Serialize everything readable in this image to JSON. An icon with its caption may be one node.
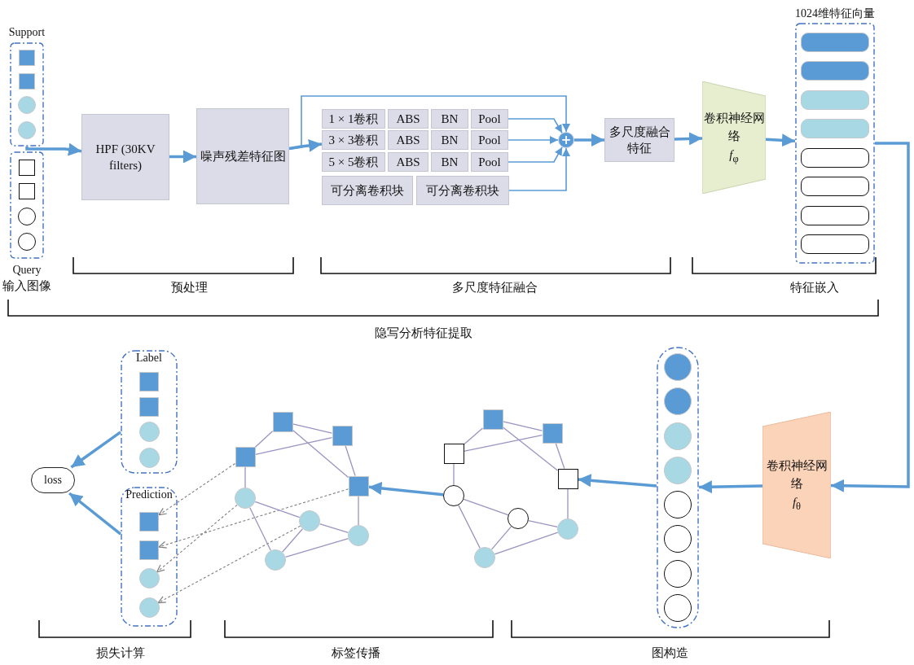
{
  "diagram": {
    "nodes": [
      {
        "text": [
          "Support"
        ]
      },
      {
        "text": [],
        "shape": "box",
        "in": 0
      },
      {
        "text": [],
        "shape": "box",
        "in": 0
      },
      {
        "text": [],
        "shape": "circle",
        "in": 0
      },
      {
        "text": [],
        "shape": "circle",
        "in": 0
      },
      {
        "text": [
          "Query"
        ]
      },
      {
        "text": [],
        "shape": "box",
        "in": 5
      },
      {
        "text": [],
        "shape": "box",
        "in": 5
      },
      {
        "text": [],
        "shape": "circle",
        "in": 5
      },
      {
        "text": [],
        "shape": "circle",
        "in": 5
      },
      {
        "text": [
          "HPF (30KV filters)"
        ]
      },
      {
        "text": [
          "噪声残差特征图"
        ]
      },
      {
        "text": [
          "1 × 1卷积"
        ]
      },
      {
        "text": [
          "ABS"
        ]
      },
      {
        "text": [
          "BN"
        ]
      },
      {
        "text": [
          "Pool"
        ]
      },
      {
        "text": [
          "3 × 3卷积"
        ]
      },
      {
        "text": [
          "ABS"
        ]
      },
      {
        "text": [
          "BN"
        ]
      },
      {
        "text": [
          "Pool"
        ]
      },
      {
        "text": [
          "5 × 5卷积"
        ]
      },
      {
        "text": [
          "ABS"
        ]
      },
      {
        "text": [
          "BN"
        ]
      },
      {
        "text": [
          "Pool"
        ]
      },
      {
        "text": [
          "可分离卷积块"
        ]
      },
      {
        "text": [
          "可分离卷积块"
        ]
      },
      {
        "text": [
          "+"
        ]
      },
      {
        "text": [
          "多尺度融合特征"
        ]
      },
      {
        "text": [
          "卷积神经网络",
          "*f*$_{φ}$"
        ]
      },
      {
        "text": [
          "1024维特征向量"
        ]
      },
      {
        "text": [],
        "shape": "box",
        "in": 29
      },
      {
        "text": [],
        "shape": "box",
        "in": 29
      },
      {
        "text": [],
        "shape": "box",
        "in": 29
      },
      {
        "text": [],
        "shape": "box",
        "in": 29
      },
      {
        "text": [],
        "shape": "box",
        "in": 29
      },
      {
        "text": [],
        "shape": "box",
        "in": 29
      },
      {
        "text": [],
        "shape": "box",
        "in": 29
      },
      {
        "text": [],
        "shape": "box",
        "in": 29
      },
      {
        "text": [
          "loss"
        ]
      },
      {
        "text": [
          "Label"
        ]
      },
      {
        "text": [],
        "shape": "box",
        "in": 39
      },
      {
        "text": [],
        "shape": "box",
        "in": 39
      },
      {
        "text": [],
        "shape": "circle",
        "in": 39
      },
      {
        "text": [],
        "shape": "circle",
        "in": 39
      },
      {
        "text": [
          "Prediction"
        ]
      },
      {
        "text": [],
        "shape": "box",
        "in": 44
      },
      {
        "text": [],
        "shape": "box",
        "in": 44
      },
      {
        "text": [],
        "shape": "circle",
        "in": 44
      },
      {
        "text": [],
        "shape": "circle",
        "in": 44
      },
      {
        "text": [],
        "shape": "box"
      },
      {
        "text": [],
        "shape": "box"
      },
      {
        "text": [],
        "shape": "box"
      },
      {
        "text": [],
        "shape": "box"
      },
      {
        "text": [],
        "shape": "circle"
      },
      {
        "text": [],
        "shape": "circle"
      },
      {
        "text": [],
        "shape": "circle"
      },
      {
        "text": [],
        "shape": "circle"
      },
      {
        "text": [],
        "shape": "box"
      },
      {
        "text": [],
        "shape": "box"
      },
      {
        "text": [],
        "shape": "box"
      },
      {
        "text": [],
        "shape": "box"
      },
      {
        "text": [],
        "shape": "circle"
      },
      {
        "text": [],
        "shape": "circle"
      },
      {
        "text": [],
        "shape": "circle"
      },
      {
        "text": [],
        "shape": "circle"
      },
      {
        "text": [],
        "shape": "box"
      },
      {
        "text": [],
        "shape": "circle",
        "in": 65
      },
      {
        "text": [],
        "shape": "circle",
        "in": 65
      },
      {
        "text": [],
        "shape": "circle",
        "in": 65
      },
      {
        "text": [],
        "shape": "circle",
        "in": 65
      },
      {
        "text": [],
        "shape": "circle",
        "in": 65
      },
      {
        "text": [],
        "shape": "circle",
        "in": 65
      },
      {
        "text": [],
        "shape": "circle",
        "in": 65
      },
      {
        "text": [],
        "shape": "circle",
        "in": 65
      },
      {
        "text": [
          "卷积神经网络",
          "*f*$_{θ}$"
        ]
      }
    ],
    "edges": [
      {
        "from": 0,
        "to": 10,
        "arrow": "to",
        "style": "thick",
        "color": "#5b9bd5"
      },
      {
        "from": 10,
        "to": 11,
        "arrow": "to",
        "style": "thick",
        "color": "#5b9bd5"
      },
      {
        "from": 11,
        "to": 16,
        "arrow": "to",
        "style": "thick",
        "color": "#5b9bd5"
      },
      {
        "from": 11,
        "to": 26,
        "arrow": "to",
        "color": "#5b9bd5"
      },
      {
        "from": 15,
        "to": 26,
        "arrow": "to",
        "color": "#5b9bd5"
      },
      {
        "from": 19,
        "to": 26,
        "arrow": "to",
        "color": "#5b9bd5"
      },
      {
        "from": 23,
        "to": 26,
        "arrow": "to",
        "color": "#5b9bd5"
      },
      {
        "from": 25,
        "to": 26,
        "arrow": "to",
        "color": "#5b9bd5"
      },
      {
        "from": 26,
        "to": 27,
        "arrow": "to",
        "style": "thick",
        "color": "#5b9bd5"
      },
      {
        "from": 27,
        "to": 28,
        "arrow": "to",
        "style": "thick",
        "color": "#5b9bd5"
      },
      {
        "from": 28,
        "to": 29,
        "arrow": "to",
        "style": "thick",
        "color": "#5b9bd5"
      },
      {
        "from": 29,
        "to": 74,
        "arrow": "to",
        "style": "thick",
        "color": "#5b9bd5"
      },
      {
        "from": 74,
        "to": 65,
        "arrow": "to",
        "style": "thick",
        "color": "#5b9bd5"
      },
      {
        "from": 65,
        "to": 60,
        "arrow": "to",
        "style": "thick",
        "color": "#5b9bd5"
      },
      {
        "from": 61,
        "to": 52,
        "arrow": "to",
        "style": "thick",
        "color": "#5b9bd5"
      },
      {
        "from": 39,
        "to": 38,
        "arrow": "to",
        "style": "thick",
        "color": "#5b9bd5"
      },
      {
        "from": 44,
        "to": 38,
        "arrow": "to",
        "style": "thick",
        "color": "#5b9bd5"
      },
      {
        "from": 51,
        "to": 45,
        "arrow": "to",
        "style": "dashed",
        "color": "#7f7f7f"
      },
      {
        "from": 52,
        "to": 46,
        "arrow": "to",
        "style": "dashed",
        "color": "#7f7f7f"
      },
      {
        "from": 53,
        "to": 47,
        "arrow": "to",
        "style": "dashed",
        "color": "#7f7f7f"
      },
      {
        "from": 54,
        "to": 48,
        "arrow": "to",
        "style": "dashed",
        "color": "#7f7f7f"
      },
      {
        "from": 51,
        "to": 49,
        "arrow": "none"
      },
      {
        "from": 49,
        "to": 50,
        "arrow": "none"
      },
      {
        "from": 51,
        "to": 50,
        "arrow": "none"
      },
      {
        "from": 49,
        "to": 52,
        "arrow": "none"
      },
      {
        "from": 50,
        "to": 52,
        "arrow": "none"
      },
      {
        "from": 51,
        "to": 53,
        "arrow": "none"
      },
      {
        "from": 52,
        "to": 55,
        "arrow": "none"
      },
      {
        "from": 53,
        "to": 54,
        "arrow": "none"
      },
      {
        "from": 53,
        "to": 56,
        "arrow": "none"
      },
      {
        "from": 54,
        "to": 56,
        "arrow": "none"
      },
      {
        "from": 54,
        "to": 55,
        "arrow": "none"
      },
      {
        "from": 56,
        "to": 55,
        "arrow": "none"
      },
      {
        "from": 59,
        "to": 57,
        "arrow": "none"
      },
      {
        "from": 59,
        "to": 58,
        "arrow": "none"
      },
      {
        "from": 57,
        "to": 58,
        "arrow": "none"
      },
      {
        "from": 57,
        "to": 60,
        "arrow": "none"
      },
      {
        "from": 58,
        "to": 60,
        "arrow": "none"
      },
      {
        "from": 59,
        "to": 61,
        "arrow": "none"
      },
      {
        "from": 60,
        "to": 63,
        "arrow": "none"
      },
      {
        "from": 61,
        "to": 62,
        "arrow": "none"
      },
      {
        "from": 61,
        "to": 64,
        "arrow": "none"
      },
      {
        "from": 62,
        "to": 64,
        "arrow": "none"
      },
      {
        "from": 62,
        "to": 63,
        "arrow": "none"
      },
      {
        "from": 64,
        "to": 63,
        "arrow": "none"
      }
    ],
    "labels": [
      "输入图像",
      "预处理",
      "多尺度特征融合",
      "特征嵌入",
      "隐写分析特征提取",
      "损失计算",
      "标签传播",
      "图构造"
    ]
  }
}
